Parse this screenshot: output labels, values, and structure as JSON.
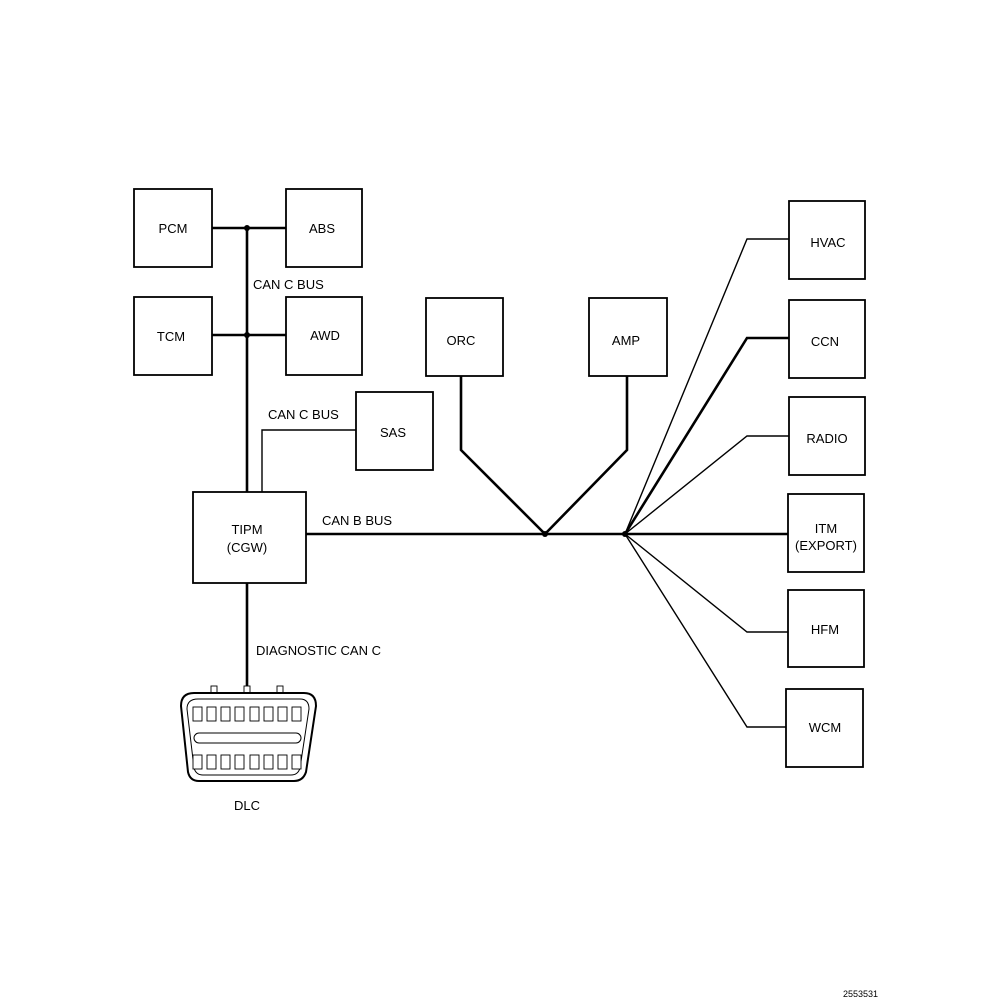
{
  "modules": {
    "pcm": "PCM",
    "abs": "ABS",
    "tcm": "TCM",
    "awd": "AWD",
    "sas": "SAS",
    "tipm_line1": "TIPM",
    "tipm_line2": "(CGW)",
    "orc": "ORC",
    "amp": "AMP",
    "hvac": "HVAC",
    "ccn": "CCN",
    "radio": "RADIO",
    "itm_line1": "ITM",
    "itm_line2": "(EXPORT)",
    "hfm": "HFM",
    "wcm": "WCM",
    "dlc": "DLC"
  },
  "bus_labels": {
    "can_c_bus_1": "CAN C BUS",
    "can_c_bus_2": "CAN C BUS",
    "can_b_bus": "CAN B BUS",
    "diagnostic_can_c": "DIAGNOSTIC CAN C"
  },
  "figure_id": "2553531"
}
